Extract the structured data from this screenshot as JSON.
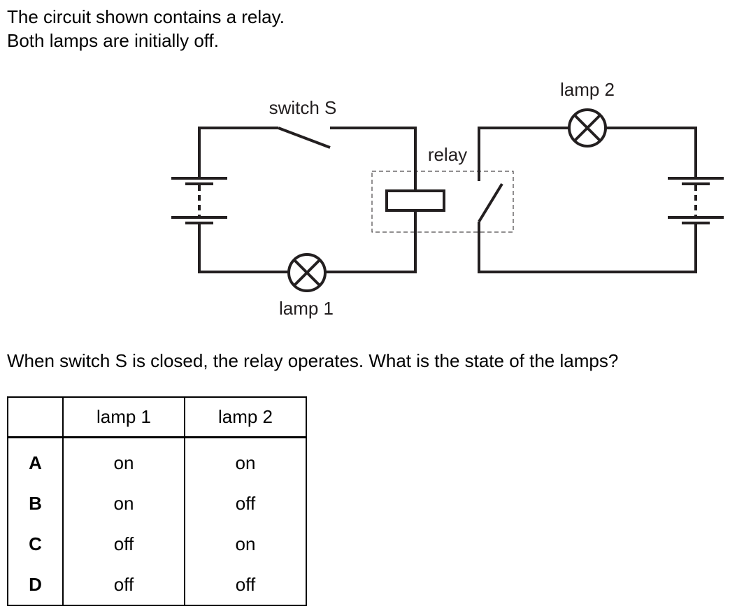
{
  "intro": {
    "line1": "The circuit shown contains a relay.",
    "line2": "Both lamps are initially off."
  },
  "diagram": {
    "labels": {
      "switch": "switch S",
      "lamp2": "lamp 2",
      "relay": "relay",
      "lamp1": "lamp 1"
    },
    "components": [
      "battery",
      "switch S (open)",
      "relay coil",
      "lamp 1",
      "relay contact (open)",
      "lamp 2",
      "battery"
    ],
    "wire_color": "#231f20"
  },
  "question": "When switch S is closed, the relay operates. What is the state of the lamps?",
  "table": {
    "headers": [
      "",
      "lamp 1",
      "lamp 2"
    ],
    "rows": [
      {
        "key": "A",
        "lamp1": "on",
        "lamp2": "on"
      },
      {
        "key": "B",
        "lamp1": "on",
        "lamp2": "off"
      },
      {
        "key": "C",
        "lamp1": "off",
        "lamp2": "on"
      },
      {
        "key": "D",
        "lamp1": "off",
        "lamp2": "off"
      }
    ]
  }
}
